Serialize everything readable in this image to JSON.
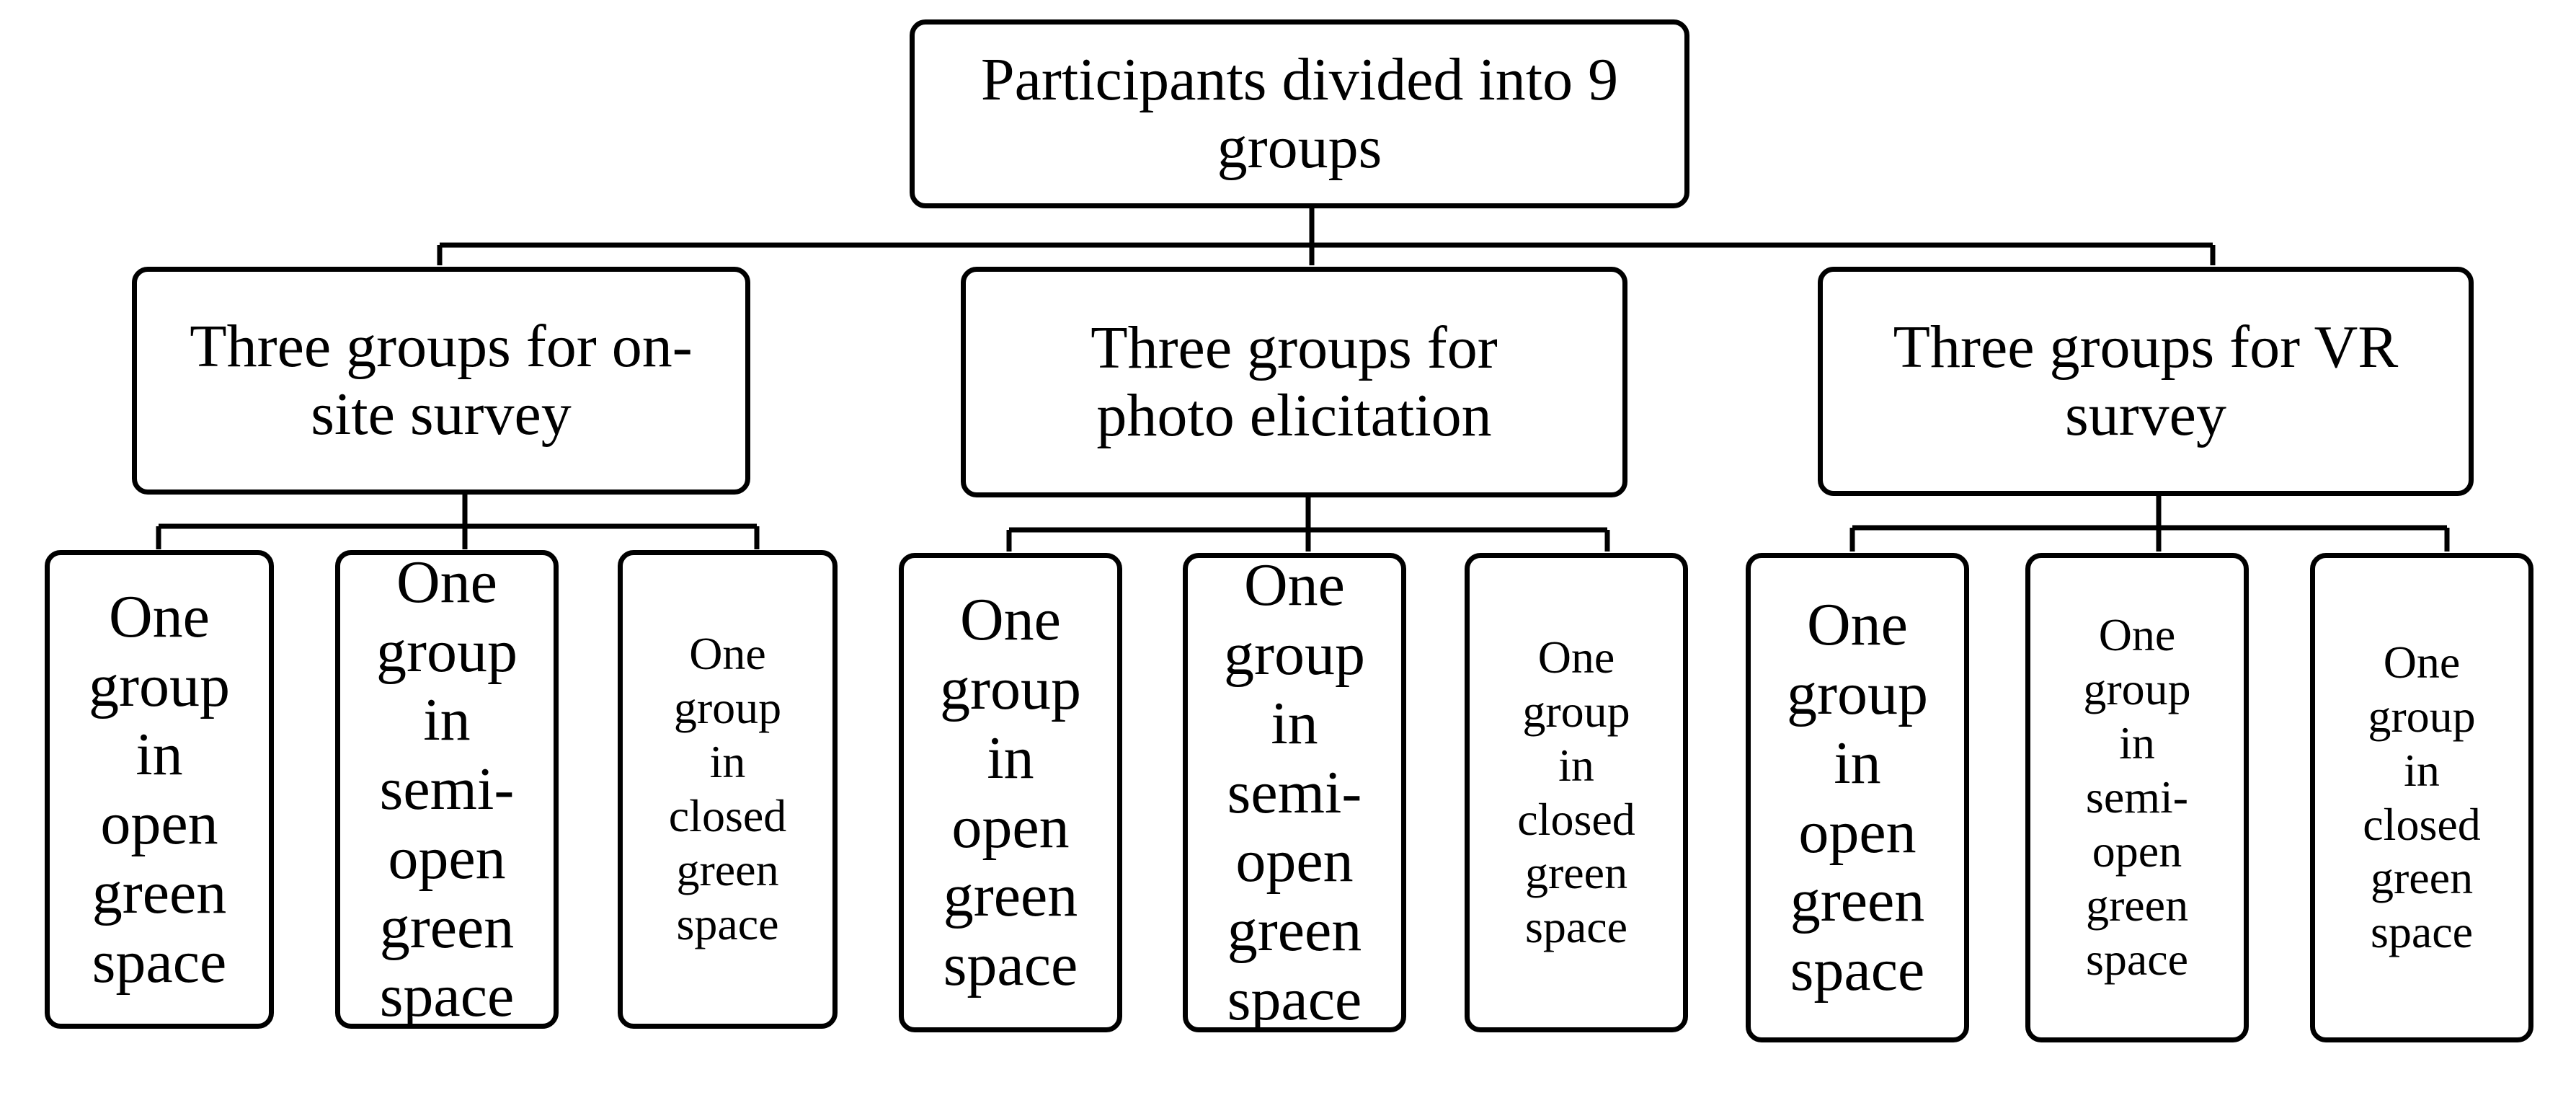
{
  "root": {
    "label": "Participants divided into 9\ngroups"
  },
  "branches": [
    {
      "label": "Three groups for on-\nsite survey",
      "leaves": [
        "One\ngroup\nin\nopen\ngreen\nspace",
        "One\ngroup\nin\nsemi-\nopen\ngreen\nspace",
        "One\ngroup\nin\nclosed\ngreen\nspace"
      ]
    },
    {
      "label": "Three groups for\nphoto elicitation",
      "leaves": [
        "One\ngroup\nin\nopen\ngreen\nspace",
        "One\ngroup\nin\nsemi-\nopen\ngreen\nspace",
        "One\ngroup\nin\nclosed\ngreen\nspace"
      ]
    },
    {
      "label": "Three groups for VR\nsurvey",
      "leaves": [
        "One\ngroup\nin\nopen\ngreen\nspace",
        "One\ngroup\nin\nsemi-\nopen\ngreen\nspace",
        "One\ngroup\nin\nclosed\ngreen\nspace"
      ]
    }
  ]
}
